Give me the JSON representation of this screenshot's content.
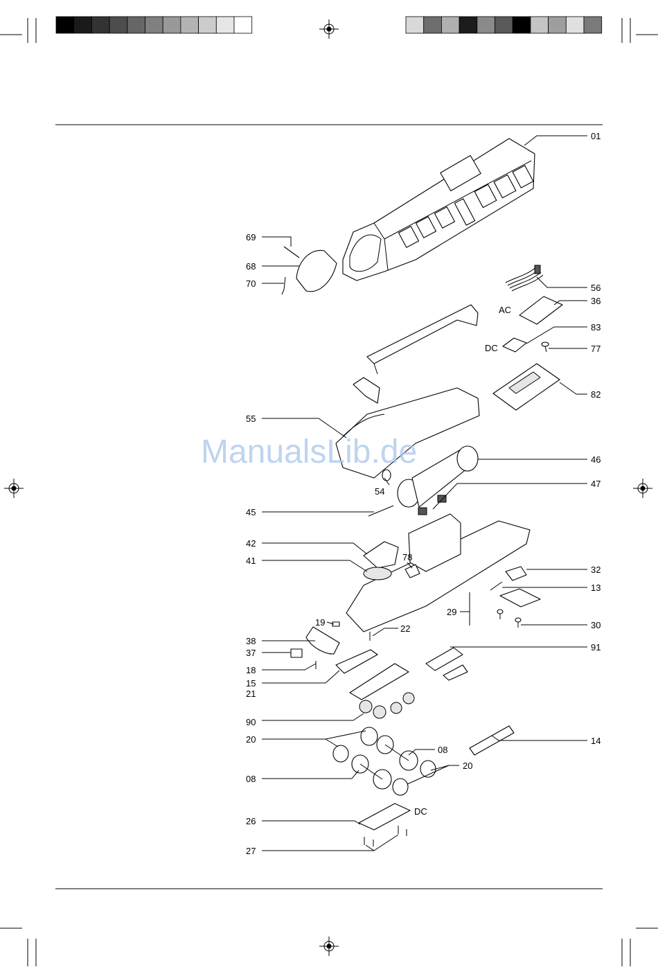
{
  "color_bars": {
    "left": [
      "#000000",
      "#1a1a1a",
      "#333333",
      "#4d4d4d",
      "#666666",
      "#808080",
      "#999999",
      "#b3b3b3",
      "#cccccc",
      "#e6e6e6",
      "#ffffff"
    ],
    "right": [
      "#d9d9d9",
      "#6e6e6e",
      "#b0b0b0",
      "#1c1c1c",
      "#8a8a8a",
      "#595959",
      "#000000",
      "#c4c4c4",
      "#9e9e9e",
      "#e0e0e0",
      "#7a7a7a"
    ]
  },
  "watermark": "ManualsLib.de",
  "labels": {
    "p01": "01",
    "p69": "69",
    "p68": "68",
    "p70": "70",
    "p56": "56",
    "p36": "36",
    "ac": "AC",
    "p83": "83",
    "dc1": "DC",
    "p77": "77",
    "p82": "82",
    "p55": "55",
    "p46": "46",
    "p54": "54",
    "p47": "47",
    "p45": "45",
    "p42": "42",
    "p41": "41",
    "p78": "78",
    "p32": "32",
    "p13": "13",
    "p29": "29",
    "p19": "19",
    "p30": "30",
    "p22": "22",
    "p38": "38",
    "p91": "91",
    "p37": "37",
    "p18": "18",
    "p15": "15",
    "p21": "21",
    "p90": "90",
    "p14": "14",
    "p20a": "20",
    "p08a": "08",
    "p20b": "20",
    "p08b": "08",
    "p26": "26",
    "dc2": "DC",
    "p27": "27"
  }
}
